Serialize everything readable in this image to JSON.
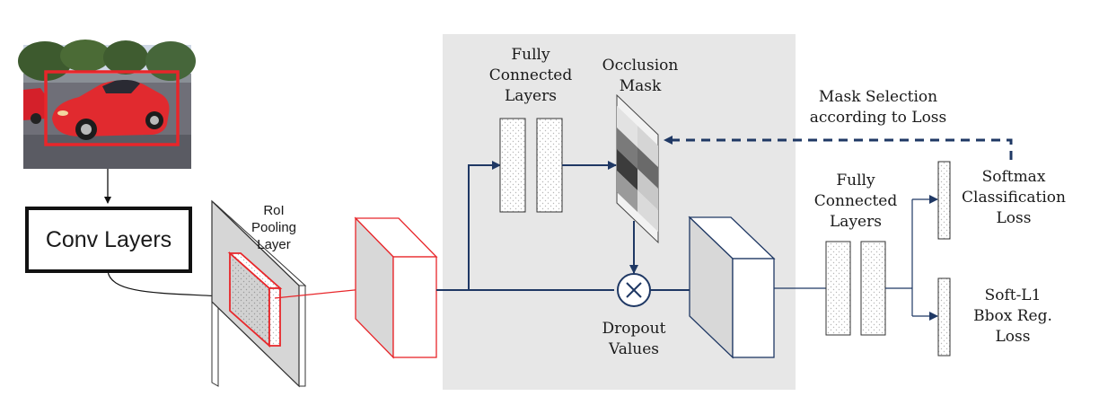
{
  "conv": {
    "label": "Conv Layers"
  },
  "roi_pool": {
    "lines": [
      "RoI",
      "Pooling",
      "Layer"
    ]
  },
  "fc_top": {
    "lines": [
      "Fully",
      "Connected",
      "Layers"
    ]
  },
  "occlusion": {
    "lines": [
      "Occlusion",
      "Mask"
    ]
  },
  "mask_selection": {
    "lines": [
      "Mask Selection",
      "according to Loss"
    ]
  },
  "dropout": {
    "lines": [
      "Dropout",
      "Values"
    ]
  },
  "fc_right": {
    "lines": [
      "Fully",
      "Connected",
      "Layers"
    ]
  },
  "softmax": {
    "lines": [
      "Softmax",
      "Classification",
      "Loss"
    ]
  },
  "bbox": {
    "lines": [
      "Soft-L1",
      "Bbox Reg.",
      "Loss"
    ]
  },
  "colors": {
    "accent_red": "#e8262a",
    "navy": "#1f3864",
    "panel": "#e7e7e7"
  }
}
